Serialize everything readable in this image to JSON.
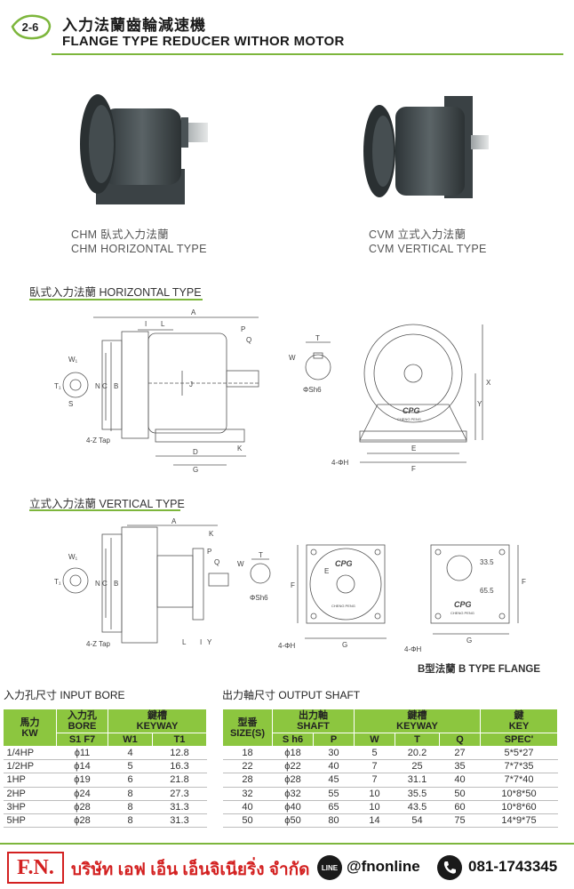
{
  "header": {
    "section_number": "2-6",
    "title_cn": "入力法蘭齒輪減速機",
    "title_en": "FLANGE TYPE REDUCER WITHOR MOTOR"
  },
  "photos": {
    "chm_cn": "CHM 臥式入力法蘭",
    "chm_en": "CHM HORIZONTAL TYPE",
    "cvm_cn": "CVM 立式入力法蘭",
    "cvm_en": "CVM VERTICAL TYPE"
  },
  "horizontal": {
    "title_cn": "臥式入力法蘭",
    "title_en": "HORIZONTAL TYPE",
    "labels": {
      "A": "A",
      "I": "I",
      "L": "L",
      "P": "P",
      "Q": "Q",
      "N": "N",
      "C": "C",
      "B": "B",
      "J": "J",
      "W1": "W₁",
      "T1": "T₁",
      "S": "S",
      "tap": "4-Z Tap",
      "D": "D",
      "G": "G",
      "K": "K",
      "W": "W",
      "T": "T",
      "shaft": "ΦSh6",
      "X": "X",
      "Y": "Y",
      "E": "E",
      "F": "F",
      "hole": "4-ΦH",
      "brand": "CPG",
      "brand_sub": "CHENG PENG"
    }
  },
  "vertical": {
    "title_cn": "立式入力法蘭",
    "title_en": "VERTICAL TYPE",
    "labels": {
      "A": "A",
      "K": "K",
      "P": "P",
      "Q": "Q",
      "L": "L",
      "I": "I",
      "Y": "Y",
      "N": "N",
      "C": "C",
      "B": "B",
      "W1": "W₁",
      "T1": "T₁",
      "tap": "4-Z Tap",
      "W": "W",
      "T": "T",
      "shaft": "ΦSh6",
      "E": "E",
      "F": "F",
      "G": "G",
      "hole": "4-ΦH",
      "dim1": "33.5",
      "dim2": "65.5",
      "brand": "CPG",
      "brand_sub": "CHENG PENG",
      "bflange": "B型法蘭  B TYPE FLANGE"
    }
  },
  "input_bore": {
    "title_cn": "入力孔尺寸",
    "title_en": "INPUT BORE",
    "headers": {
      "power_cn": "馬力",
      "power_en": "KW",
      "bore_cn": "入力孔",
      "bore_en": "BORE",
      "bore_sub": "S1 F7",
      "key_cn": "鍵槽",
      "key_en": "KEYWAY",
      "w1": "W1",
      "t1": "T1"
    },
    "rows": [
      [
        "1/4HP",
        "ϕ11",
        "4",
        "12.8"
      ],
      [
        "1/2HP",
        "ϕ14",
        "5",
        "16.3"
      ],
      [
        "1HP",
        "ϕ19",
        "6",
        "21.8"
      ],
      [
        "2HP",
        "ϕ24",
        "8",
        "27.3"
      ],
      [
        "3HP",
        "ϕ28",
        "8",
        "31.3"
      ],
      [
        "5HP",
        "ϕ28",
        "8",
        "31.3"
      ]
    ]
  },
  "output_shaft": {
    "title_cn": "出力軸尺寸",
    "title_en": "OUTPUT SHAFT",
    "headers": {
      "size_cn": "型番",
      "size_en": "SIZE(S)",
      "shaft_cn": "出力軸",
      "shaft_en": "SHAFT",
      "sh6": "S h6",
      "p": "P",
      "keyway_cn": "鍵槽",
      "keyway_en": "KEYWAY",
      "w": "W",
      "t": "T",
      "q": "Q",
      "key_cn": "鍵",
      "key_en": "KEY",
      "spec": "SPEC'"
    },
    "rows": [
      [
        "18",
        "ϕ18",
        "30",
        "5",
        "20.2",
        "27",
        "5*5*27"
      ],
      [
        "22",
        "ϕ22",
        "40",
        "7",
        "25",
        "35",
        "7*7*35"
      ],
      [
        "28",
        "ϕ28",
        "45",
        "7",
        "31.1",
        "40",
        "7*7*40"
      ],
      [
        "32",
        "ϕ32",
        "55",
        "10",
        "35.5",
        "50",
        "10*8*50"
      ],
      [
        "40",
        "ϕ40",
        "65",
        "10",
        "43.5",
        "60",
        "10*8*60"
      ],
      [
        "50",
        "ϕ50",
        "80",
        "14",
        "54",
        "75",
        "14*9*75"
      ]
    ]
  },
  "footer": {
    "logo": "F.N.",
    "company": "บริษัท เอฟ เอ็น เอ็นจิเนียริ่ง จำกัด",
    "line_label": "LINE",
    "line_id": "@fnonline",
    "phone": "081-1743345"
  }
}
